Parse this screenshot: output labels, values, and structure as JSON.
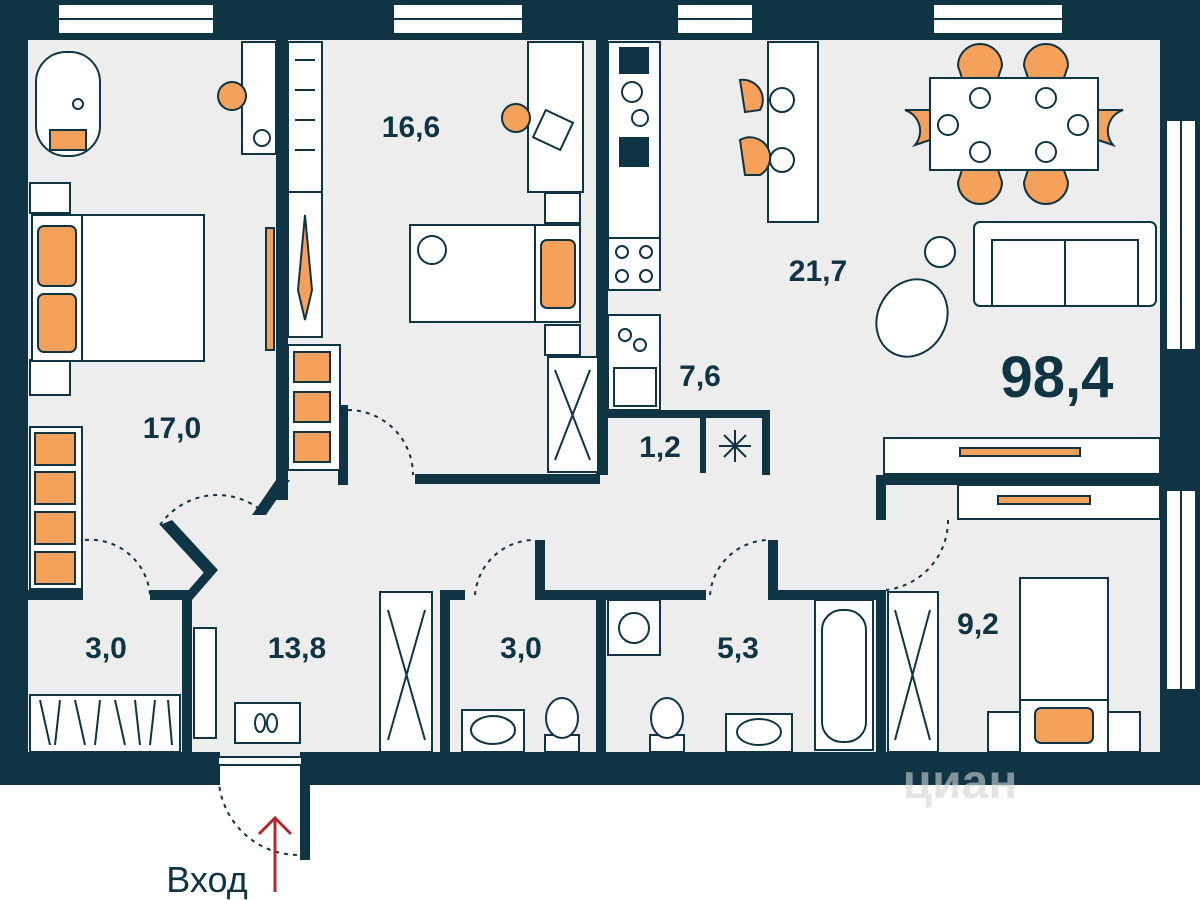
{
  "plan": {
    "total_area": "98,4",
    "entrance_label": "Вход",
    "watermark": "циан",
    "rooms": [
      {
        "id": "bedroom-left",
        "area": "17,0"
      },
      {
        "id": "bedroom-middle",
        "area": "16,6"
      },
      {
        "id": "kitchen-living",
        "area": "21,7"
      },
      {
        "id": "kitchen-zone",
        "area": "7,6"
      },
      {
        "id": "pantry",
        "area": "1,2"
      },
      {
        "id": "storage-left",
        "area": "3,0"
      },
      {
        "id": "hallway",
        "area": "13,8"
      },
      {
        "id": "toilet",
        "area": "3,0"
      },
      {
        "id": "bathroom",
        "area": "5,3"
      },
      {
        "id": "bedroom-small",
        "area": "9,2"
      }
    ]
  },
  "colors": {
    "wall": "#0f3444",
    "floor": "#ededed",
    "accent": "#f5a15c",
    "arrow": "#b3282d"
  },
  "icons": [
    "snowflake-icon",
    "washing-machine-icon",
    "toilet-icon",
    "sink-icon",
    "bathtub-icon",
    "bed-icon",
    "sofa-icon",
    "dining-table-icon",
    "slippers-icon",
    "entrance-arrow-icon"
  ]
}
